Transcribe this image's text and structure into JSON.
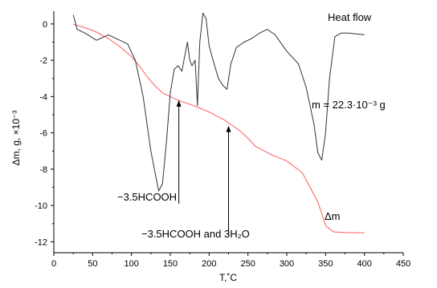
{
  "chart_data": {
    "type": "line",
    "xlabel": "T,˚C",
    "ylabel": "Δm, g, ×10⁻³",
    "xlim": [
      0,
      450
    ],
    "ylim": [
      -12.6,
      0.7
    ],
    "xticks": [
      "0",
      "50",
      "100",
      "150",
      "200",
      "250",
      "300",
      "350",
      "400",
      "450"
    ],
    "yticks": [
      "0",
      "-2",
      "-4",
      "-6",
      "-8",
      "-10",
      "-12"
    ],
    "grid": false,
    "series": [
      {
        "name": "Δm",
        "color": "#ff5a5a",
        "x": [
          25,
          40,
          55,
          70,
          85,
          100,
          110,
          120,
          130,
          140,
          150,
          160,
          170,
          180,
          200,
          220,
          240,
          250,
          260,
          280,
          300,
          320,
          340,
          350,
          360,
          380,
          400
        ],
        "y": [
          -0.02,
          -0.2,
          -0.45,
          -0.8,
          -1.25,
          -1.8,
          -2.3,
          -2.9,
          -3.4,
          -3.8,
          -4.0,
          -4.2,
          -4.35,
          -4.5,
          -4.85,
          -5.3,
          -5.9,
          -6.3,
          -6.75,
          -7.2,
          -7.55,
          -8.2,
          -9.8,
          -11.1,
          -11.45,
          -11.5,
          -11.5
        ]
      },
      {
        "name": "Heat flow",
        "color": "#333333",
        "x": [
          25,
          30,
          40,
          55,
          70,
          85,
          95,
          105,
          115,
          125,
          135,
          140,
          145,
          150,
          155,
          160,
          165,
          168,
          172,
          175,
          178,
          182,
          185,
          188,
          192,
          196,
          200,
          205,
          212,
          218,
          223,
          228,
          235,
          245,
          255,
          265,
          275,
          285,
          300,
          315,
          325,
          335,
          340,
          345,
          350,
          355,
          362,
          370,
          380,
          400
        ],
        "y": [
          0.5,
          -0.3,
          -0.5,
          -0.9,
          -0.6,
          -0.9,
          -1.1,
          -2.0,
          -4.0,
          -7.0,
          -9.2,
          -8.8,
          -6.5,
          -3.8,
          -2.5,
          -2.3,
          -2.6,
          -1.9,
          -1.0,
          -2.0,
          -2.3,
          -2.0,
          -4.5,
          -1.0,
          0.6,
          0.3,
          -1.2,
          -2.0,
          -3.0,
          -3.4,
          -3.6,
          -2.2,
          -1.3,
          -1.0,
          -0.8,
          -0.5,
          -0.3,
          -0.6,
          -1.5,
          -2.2,
          -3.5,
          -5.5,
          -7.1,
          -7.5,
          -6.0,
          -3.0,
          -0.7,
          -0.5,
          -0.5,
          -0.6
        ]
      }
    ],
    "labels": {
      "heat_flow": "Heat flow",
      "mass": "m = 22.3·10⁻³ g",
      "delta_m": "Δm",
      "step1": "−3.5HCOOH",
      "step2": "−3.5HCOOH and 3H₂O"
    },
    "arrows": [
      {
        "x": 161,
        "y_from": -9.9,
        "y_to": -4.2
      },
      {
        "x": 225,
        "y_from": -11.6,
        "y_to": -5.6
      }
    ]
  }
}
